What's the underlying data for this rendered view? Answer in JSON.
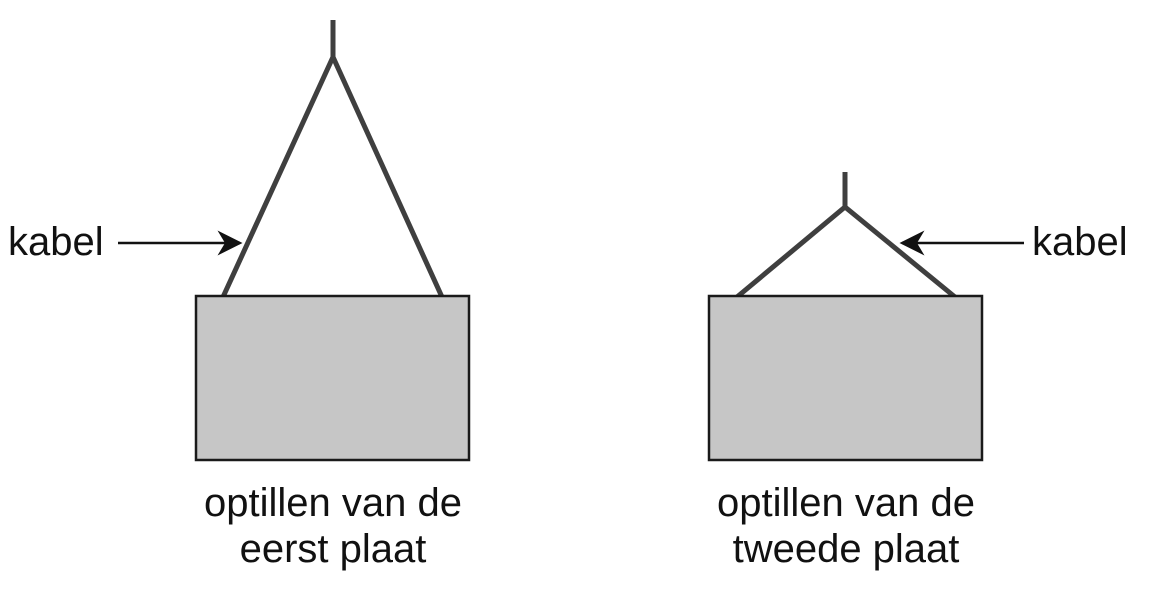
{
  "diagram": {
    "type": "crane lifting plates with cable",
    "colors": {
      "cable": "#3f3f3f",
      "plate_fill": "#c6c6c6",
      "plate_border": "#1a1a1a",
      "arrow": "#111111",
      "background": "#ffffff"
    },
    "panels": [
      {
        "cable_label": "kabel",
        "caption_line1": "optillen van de",
        "caption_line2": "eerst plaat"
      },
      {
        "cable_label": "kabel",
        "caption_line1": "optillen van de",
        "caption_line2": "tweede plaat"
      }
    ]
  }
}
